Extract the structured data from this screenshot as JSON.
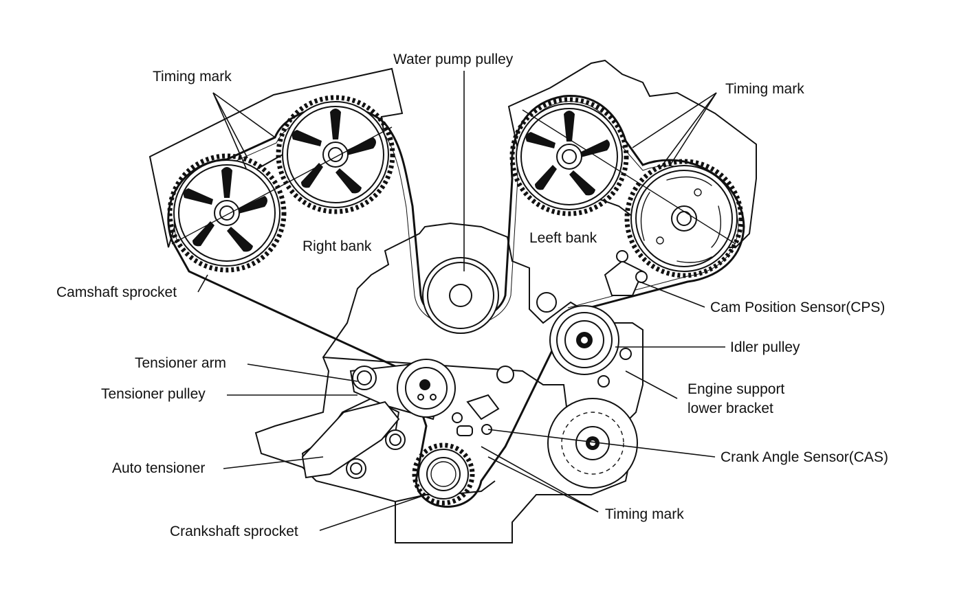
{
  "labels": {
    "water_pump_pulley": "Water pump pulley",
    "timing_mark_right_cam": "Timing mark",
    "timing_mark_left_cam": "Timing mark",
    "right_bank": "Right bank",
    "left_bank": "Leeft bank",
    "camshaft_sprocket": "Camshaft sprocket",
    "cam_position_sensor": "Cam Position Sensor(CPS)",
    "idler_pulley": "Idler pulley",
    "tensioner_arm": "Tensioner arm",
    "tensioner_pulley": "Tensioner pulley",
    "engine_support_line1": "Engine support",
    "engine_support_line2": "lower bracket",
    "auto_tensioner": "Auto tensioner",
    "crank_angle_sensor": "Crank Angle Sensor(CAS)",
    "timing_mark_crank": "Timing mark",
    "crankshaft_sprocket": "Crankshaft sprocket"
  },
  "line_color": "#111111",
  "background_color": "#ffffff"
}
